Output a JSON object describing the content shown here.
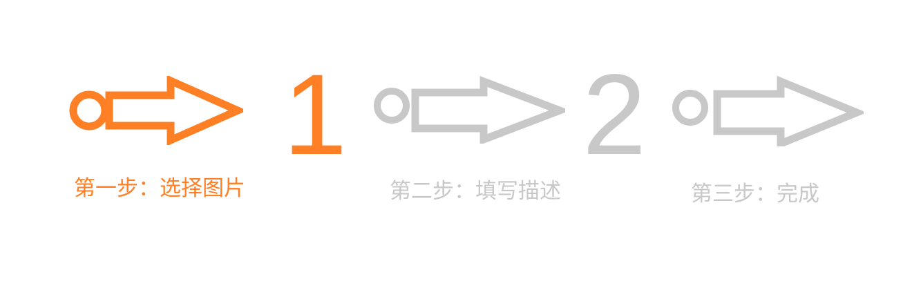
{
  "colors": {
    "active": "#ff7f24",
    "inactive": "#c8c8c8"
  },
  "steps": [
    {
      "number": "1",
      "label": "第一步：选择图片",
      "state": "active",
      "icon": "key-arrow-icon"
    },
    {
      "number": "2",
      "label": "第二步：填写描述",
      "state": "inactive",
      "icon": "key-arrow-icon"
    },
    {
      "label": "第三步：完成",
      "state": "inactive",
      "icon": "key-arrow-icon"
    }
  ]
}
